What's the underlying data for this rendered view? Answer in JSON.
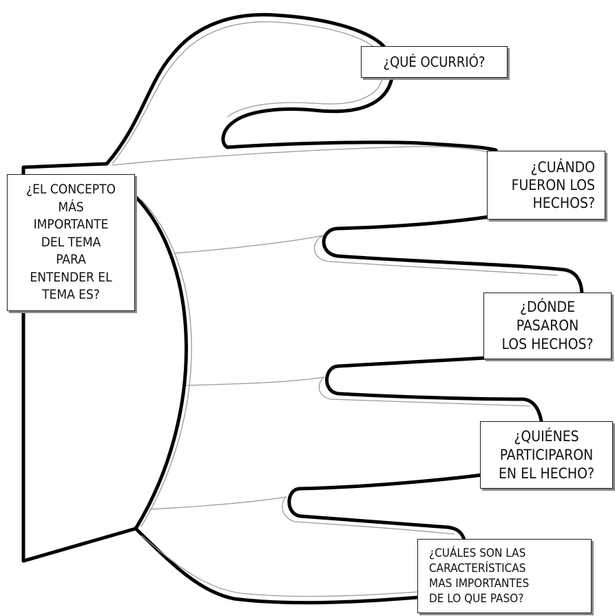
{
  "labels": {
    "concept": "¿EL CONCEPTO\nMÁS\nIMPORTANTE\nDEL TEMA\nPARA\nENTENDER EL\nTEMA ES?",
    "que": "¿QUÉ OCURRIÓ?",
    "cuando": "¿CUÁNDO\nFUERON LOS\nHECHOS?",
    "donde": "¿DÓNDE\nPASARON\nLOS HECHOS?",
    "quienes": "¿QUIÉNES\nPARTICIPARON\nEN EL HECHO?",
    "cuales": "¿CUÁLES SON LAS\nCARACTERÍSTICAS\nMAS IMPORTANTES\nDE LO QUE PASO?"
  },
  "colors": {
    "outline": "#000000",
    "inner_line": "#9a9a9a",
    "background": "#ffffff"
  }
}
